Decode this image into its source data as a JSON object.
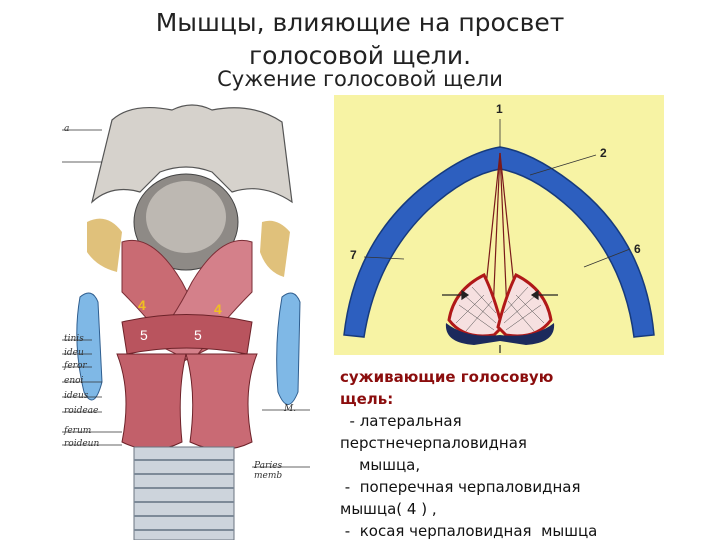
{
  "slide": {
    "title_line1": "Мышцы, влияющие на просвет",
    "title_line2": "голосовой щели.",
    "subtitle": "Сужение голосовой щели"
  },
  "figure_left": {
    "numbers": {
      "a": "4",
      "b": "4",
      "c": "5",
      "d": "5"
    },
    "side_labels": [
      "a",
      "tinis",
      "ideu",
      "feror",
      "enoi",
      "ideus",
      "roideae",
      "M.",
      "ferum",
      "roideun",
      "Paries memb"
    ]
  },
  "figure_right": {
    "labels": {
      "n1": "1",
      "n2": "2",
      "n6": "6",
      "n7": "7"
    },
    "colors": {
      "background": "#f7f3a4",
      "cartilage": "#2d5fbf",
      "muscle_red": "#b01818",
      "pointer": "#333333"
    }
  },
  "caption": {
    "heading": " суживающие голосовую",
    "heading2": "щель:",
    "line1": "  - латеральная",
    "line2": "перстнечерпаловидная",
    "line3": "    мышца,",
    "line4": " -  поперечная черпаловидная",
    "line5": "мышца( 4 ) ,",
    "line6": " -  косая черпаловидная  мышца"
  }
}
